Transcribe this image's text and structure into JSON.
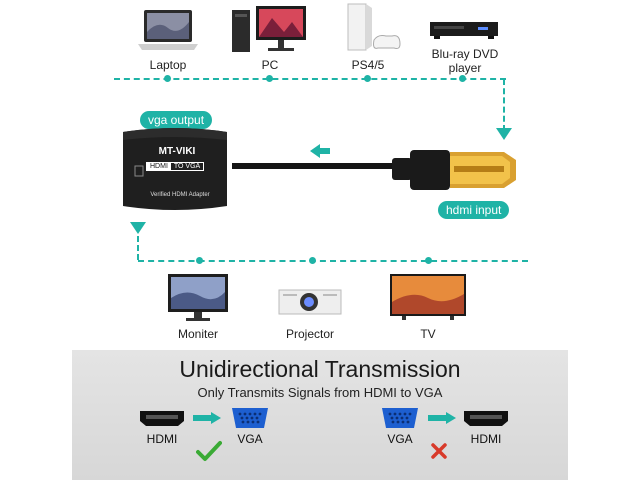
{
  "top_devices": [
    {
      "label": "Laptop"
    },
    {
      "label": "PC"
    },
    {
      "label": "PS4/5"
    },
    {
      "label": "Blu-ray DVD\nplayer"
    }
  ],
  "adapter": {
    "output_label": "vga output",
    "input_label": "hdmi input",
    "brand": "MT-VIKI",
    "badge_left": "HDMI",
    "badge_right": "TO VGA",
    "caption": "Verified HDMI Adapter"
  },
  "bottom_devices": [
    {
      "label": "Moniter"
    },
    {
      "label": "Projector"
    },
    {
      "label": "TV"
    }
  ],
  "panel": {
    "title": "Unidirectional Transmission",
    "subtitle": "Only Transmits Signals from HDMI to VGA",
    "left_from": "HDMI",
    "left_to": "VGA",
    "right_from": "VGA",
    "right_to": "HDMI"
  },
  "colors": {
    "accent": "#1fb3a6",
    "check": "#3aaa35",
    "cross": "#d83a2a",
    "vga_blue": "#1d5fd0"
  }
}
